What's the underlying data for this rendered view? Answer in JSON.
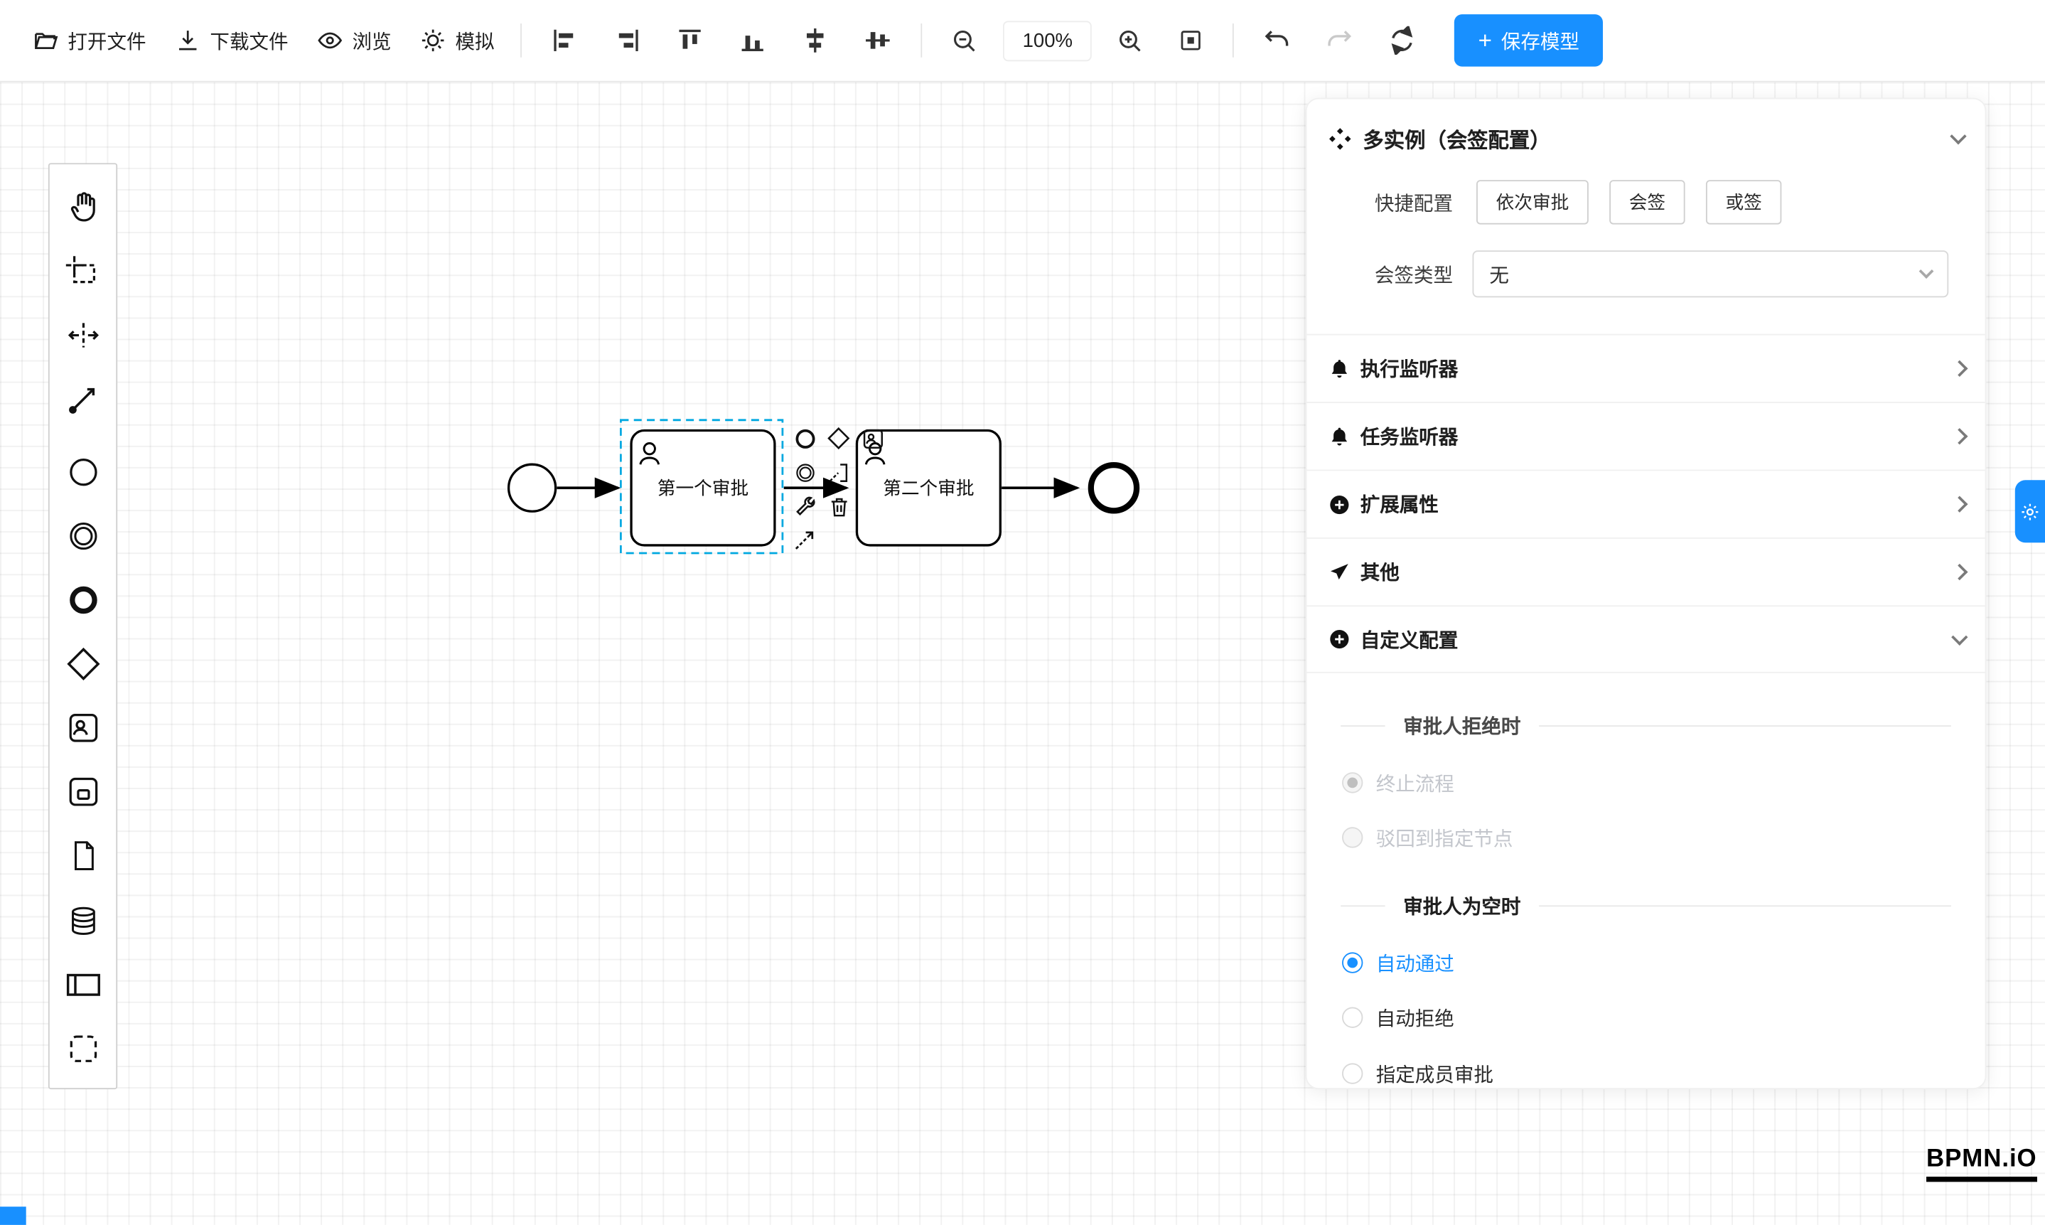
{
  "toolbar": {
    "open_label": "打开文件",
    "download_label": "下载文件",
    "preview_label": "浏览",
    "simulate_label": "模拟",
    "zoom_level": "100%",
    "save_plus": "+",
    "save_label": "保存模型",
    "icons": [
      "folder-open-icon",
      "download-icon",
      "eye-icon",
      "gear-spinner-icon",
      "align-left-icon",
      "align-right-icon",
      "align-top-icon",
      "align-bottom-icon",
      "align-center-h-icon",
      "align-center-v-icon",
      "zoom-out-icon",
      "zoom-in-icon",
      "fit-viewport-icon",
      "undo-icon",
      "redo-icon",
      "sync-icon"
    ]
  },
  "palette": {
    "items": [
      "hand-tool",
      "lasso-tool",
      "space-tool",
      "global-connect-tool",
      "start-event",
      "intermediate-event",
      "end-event",
      "gateway",
      "user-task",
      "subprocess",
      "data-object",
      "data-store",
      "participant",
      "group"
    ]
  },
  "canvas": {
    "task1_label": "第一个审批",
    "task2_label": "第二个审批",
    "context_pad_icons": [
      "end-event-icon",
      "gateway-icon",
      "user-task-icon",
      "intermediate-event-icon",
      "text-annotation-icon",
      "wrench-icon",
      "trash-icon",
      "connect-arrow-icon"
    ]
  },
  "panel": {
    "title": "多实例（会签配置）",
    "quick_config": {
      "label": "快捷配置",
      "options": [
        {
          "label": "依次审批"
        },
        {
          "label": "会签"
        },
        {
          "label": "或签"
        }
      ]
    },
    "sign_type": {
      "label": "会签类型",
      "value": "无"
    },
    "sections": [
      {
        "icon": "bell-icon",
        "label": "执行监听器",
        "state": "collapsed"
      },
      {
        "icon": "bell-icon",
        "label": "任务监听器",
        "state": "collapsed"
      },
      {
        "icon": "plus-circle-icon",
        "label": "扩展属性",
        "state": "collapsed"
      },
      {
        "icon": "megaphone-icon",
        "label": "其他",
        "state": "collapsed"
      },
      {
        "icon": "plus-circle-icon",
        "label": "自定义配置",
        "state": "expanded"
      }
    ],
    "custom_config": {
      "reject_divider": "审批人拒绝时",
      "reject_options": [
        {
          "label": "终止流程",
          "selected": true,
          "disabled": true
        },
        {
          "label": "驳回到指定节点",
          "selected": false,
          "disabled": true
        }
      ],
      "empty_divider": "审批人为空时",
      "empty_options": [
        {
          "label": "自动通过",
          "selected": true,
          "disabled": false
        },
        {
          "label": "自动拒绝",
          "selected": false,
          "disabled": false
        },
        {
          "label": "指定成员审批",
          "selected": false,
          "disabled": false
        }
      ]
    }
  },
  "logo": "BPMN.iO",
  "colors": {
    "accent": "#1890ff",
    "selection": "#00a8e0",
    "stroke": "#000000"
  }
}
